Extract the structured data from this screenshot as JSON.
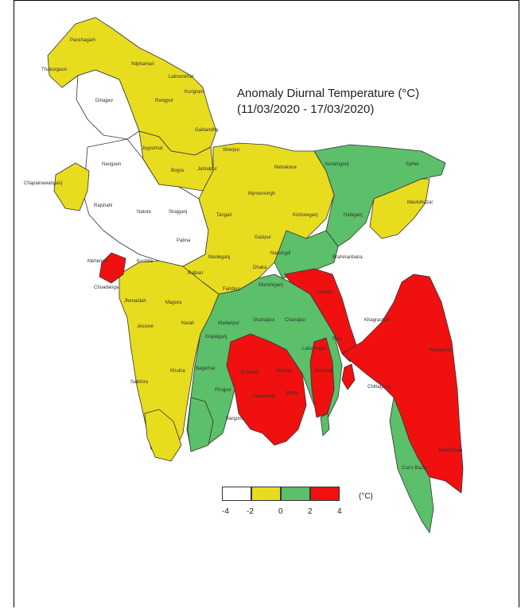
{
  "title": {
    "line1": "Anomaly Diurnal Temperature (°C)",
    "line2": "(11/03/2020 - 17/03/2020)"
  },
  "legend": {
    "unit": "(°C)",
    "ticks": [
      "-4",
      "-2",
      "0",
      "2",
      "4"
    ],
    "bins": [
      {
        "range": "-4 to -2",
        "color": "#ffffff"
      },
      {
        "range": "-2 to 0",
        "color": "#e8dc1e"
      },
      {
        "range": "0 to 2",
        "color": "#5cbf6a"
      },
      {
        "range": "2 to 4",
        "color": "#f01010"
      }
    ]
  },
  "colors": {
    "white": "#ffffff",
    "yellow": "#e8dc1e",
    "green": "#5cbf6a",
    "red": "#f01010",
    "border": "#333333"
  },
  "districts": [
    {
      "name": "Panchagarh",
      "class": "yellow"
    },
    {
      "name": "Thakurgaon",
      "class": "yellow"
    },
    {
      "name": "Nilphamari",
      "class": "yellow"
    },
    {
      "name": "Lalmonirhat",
      "class": "yellow"
    },
    {
      "name": "Kurigram",
      "class": "yellow"
    },
    {
      "name": "Dinajpur",
      "class": "white"
    },
    {
      "name": "Rangpur",
      "class": "yellow"
    },
    {
      "name": "Gaibandha",
      "class": "yellow"
    },
    {
      "name": "Joypurhat",
      "class": "white"
    },
    {
      "name": "Naogaon",
      "class": "white"
    },
    {
      "name": "Bogra",
      "class": "yellow"
    },
    {
      "name": "Jamalpur",
      "class": "yellow"
    },
    {
      "name": "Sherpur",
      "class": "yellow"
    },
    {
      "name": "Netrakona",
      "class": "yellow"
    },
    {
      "name": "Sunamganj",
      "class": "green"
    },
    {
      "name": "Sylhet",
      "class": "green"
    },
    {
      "name": "Chapainawabganj",
      "class": "yellow"
    },
    {
      "name": "Rajshahi",
      "class": "white"
    },
    {
      "name": "Natore",
      "class": "white"
    },
    {
      "name": "Sirajganj",
      "class": "white"
    },
    {
      "name": "Tangail",
      "class": "yellow"
    },
    {
      "name": "Mymensingh",
      "class": "yellow"
    },
    {
      "name": "Kishoreganj",
      "class": "yellow"
    },
    {
      "name": "Habiganj",
      "class": "green"
    },
    {
      "name": "Maulvibazar",
      "class": "yellow"
    },
    {
      "name": "Pabna",
      "class": "white"
    },
    {
      "name": "Gazipur",
      "class": "yellow"
    },
    {
      "name": "Kushtia",
      "class": "white"
    },
    {
      "name": "Meherpur",
      "class": "red"
    },
    {
      "name": "Manikganj",
      "class": "yellow"
    },
    {
      "name": "Narsingdi",
      "class": "green"
    },
    {
      "name": "Brahmanbaria",
      "class": "green"
    },
    {
      "name": "Chuadanga",
      "class": "yellow"
    },
    {
      "name": "Rajbari",
      "class": "yellow"
    },
    {
      "name": "Dhaka",
      "class": "yellow"
    },
    {
      "name": "Munshiganj",
      "class": "green"
    },
    {
      "name": "Comilla",
      "class": "red"
    },
    {
      "name": "Jhenaidah",
      "class": "yellow"
    },
    {
      "name": "Magura",
      "class": "yellow"
    },
    {
      "name": "Faridpur",
      "class": "yellow"
    },
    {
      "name": "Narail",
      "class": "yellow"
    },
    {
      "name": "Madaripur",
      "class": "green"
    },
    {
      "name": "Shariatpur",
      "class": "green"
    },
    {
      "name": "Chandpur",
      "class": "green"
    },
    {
      "name": "Khagrachari",
      "class": "red"
    },
    {
      "name": "Jessore",
      "class": "yellow"
    },
    {
      "name": "Gopalganj",
      "class": "green"
    },
    {
      "name": "Rangamati",
      "class": "red"
    },
    {
      "name": "Khulna",
      "class": "yellow"
    },
    {
      "name": "Bagerhat",
      "class": "green"
    },
    {
      "name": "Jhalokati",
      "class": "green"
    },
    {
      "name": "Barisal",
      "class": "red"
    },
    {
      "name": "Noakhali",
      "class": "green"
    },
    {
      "name": "Feni",
      "class": "red"
    },
    {
      "name": "Lakshmipur",
      "class": "red"
    },
    {
      "name": "Satkhira",
      "class": "yellow"
    },
    {
      "name": "Pirojpur",
      "class": "green"
    },
    {
      "name": "Patuakhali",
      "class": "red"
    },
    {
      "name": "Barguna",
      "class": "green"
    },
    {
      "name": "Bhola",
      "class": "red"
    },
    {
      "name": "Chittagong",
      "class": "red"
    },
    {
      "name": "Bandarban",
      "class": "red"
    },
    {
      "name": "Cox's Bazar",
      "class": "green"
    }
  ]
}
